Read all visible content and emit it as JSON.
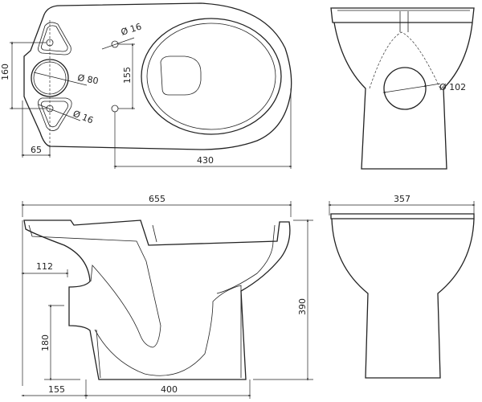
{
  "drawing": {
    "top_view": {
      "dim_hole_spacing": "160",
      "dim_edge_offset": "65",
      "dim_small_hole_top": "Ø 16",
      "dim_outlet": "Ø 80",
      "dim_small_hole_bottom": "Ø 16",
      "dim_fixing_spacing": "155",
      "dim_length_from_fixing": "430"
    },
    "front_view": {
      "dim_outlet": "Ø 102"
    },
    "side_section": {
      "dim_total_length": "655",
      "dim_outlet_depth": "112",
      "dim_height": "390",
      "dim_outlet_height": "180",
      "dim_front_offset": "155",
      "dim_base_length": "400"
    },
    "end_view": {
      "dim_width": "357"
    }
  }
}
